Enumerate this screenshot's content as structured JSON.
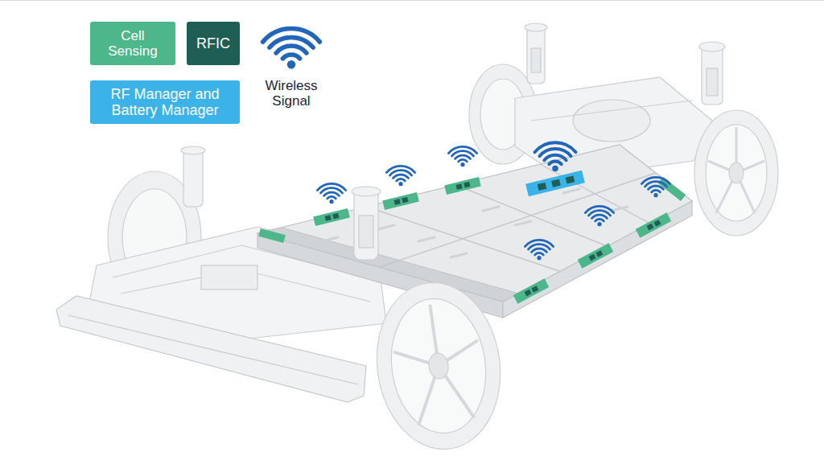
{
  "diagram": {
    "legend": [
      {
        "text": "Cell Sensing",
        "color": "#4db68a"
      },
      {
        "text": "RFIC",
        "color": "#1f5e55"
      },
      {
        "text": "RF Manager and Battery Manager",
        "color": "#3bb3e8"
      },
      {
        "text": "Wireless Signal"
      }
    ]
  }
}
